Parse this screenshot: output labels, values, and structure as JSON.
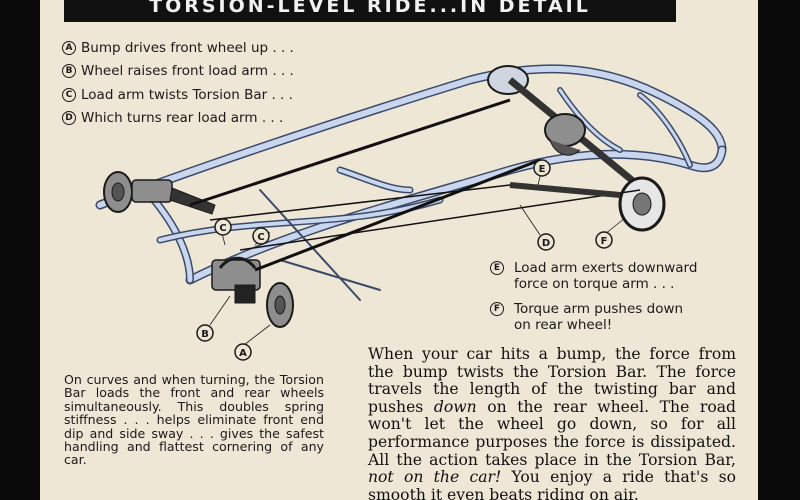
{
  "banner": {
    "title": "TORSION-LEVEL RIDE...IN DETAIL"
  },
  "steps": [
    {
      "letter": "A",
      "text": "Bump drives front wheel up . . ."
    },
    {
      "letter": "B",
      "text": "Wheel raises front load arm . . ."
    },
    {
      "letter": "C",
      "text": "Load arm twists Torsion Bar . . ."
    },
    {
      "letter": "D",
      "text": "Which turns rear load arm . . ."
    }
  ],
  "side_notes": [
    {
      "letter": "E",
      "line1": "Load arm exerts downward",
      "line2": "force on torque arm . . ."
    },
    {
      "letter": "F",
      "line1": "Torque arm pushes down",
      "line2": "on rear wheel!"
    }
  ],
  "diagram_labels": {
    "a": "A",
    "b": "B",
    "c1": "C",
    "c2": "C",
    "d": "D",
    "e": "E",
    "f": "F"
  },
  "left_paragraph": "On curves and when turning, the Torsion Bar loads the front and rear wheels simultaneously. This doubles spring stiffness . . . helps eliminate front end dip and side sway . . . gives the safest handling and flattest cornering of any car.",
  "main_paragraph": {
    "part1": "When your car hits a bump, the force from the bump twists the Torsion Bar. The force travels the length of the twisting bar and pushes ",
    "down": "down",
    "part2": " on the rear wheel. The road won't let the wheel go down, so for all performance purposes the force is dissipated. All the action takes place in the Torsion Bar, ",
    "not_on_car": "not on the car!",
    "part3": " You enjoy a ride that's so smooth it even beats riding on air."
  },
  "colors": {
    "paper": "#efe7d6",
    "ink": "#1a1a1a",
    "frame_blue": "#c9d6ee",
    "frame_line": "#3a4a6a",
    "border": "#0a0a0a"
  }
}
